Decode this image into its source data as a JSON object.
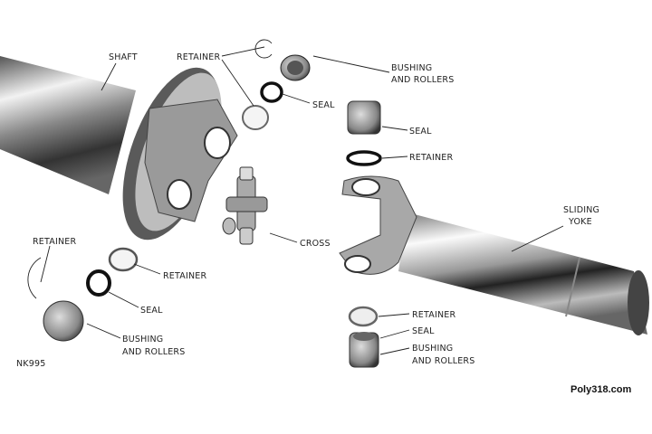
{
  "labels": {
    "shaft": "SHAFT",
    "retainer_top": "RETAINER",
    "bushing_top_1": "BUSHING",
    "bushing_top_2": "AND ROLLERS",
    "seal_top": "SEAL",
    "seal_right": "SEAL",
    "retainer_right": "RETAINER",
    "sliding_yoke_1": "SLIDING",
    "sliding_yoke_2": "YOKE",
    "cross": "CROSS",
    "retainer_left": "RETAINER",
    "retainer_left_ring": "RETAINER",
    "seal_left": "SEAL",
    "bushing_left_1": "BUSHING",
    "bushing_left_2": "AND ROLLERS",
    "retainer_bottom": "RETAINER",
    "seal_bottom": "SEAL",
    "bushing_bottom_1": "BUSHING",
    "bushing_bottom_2": "AND ROLLERS",
    "figure_id": "NK995"
  },
  "watermark": "Poly318.com"
}
